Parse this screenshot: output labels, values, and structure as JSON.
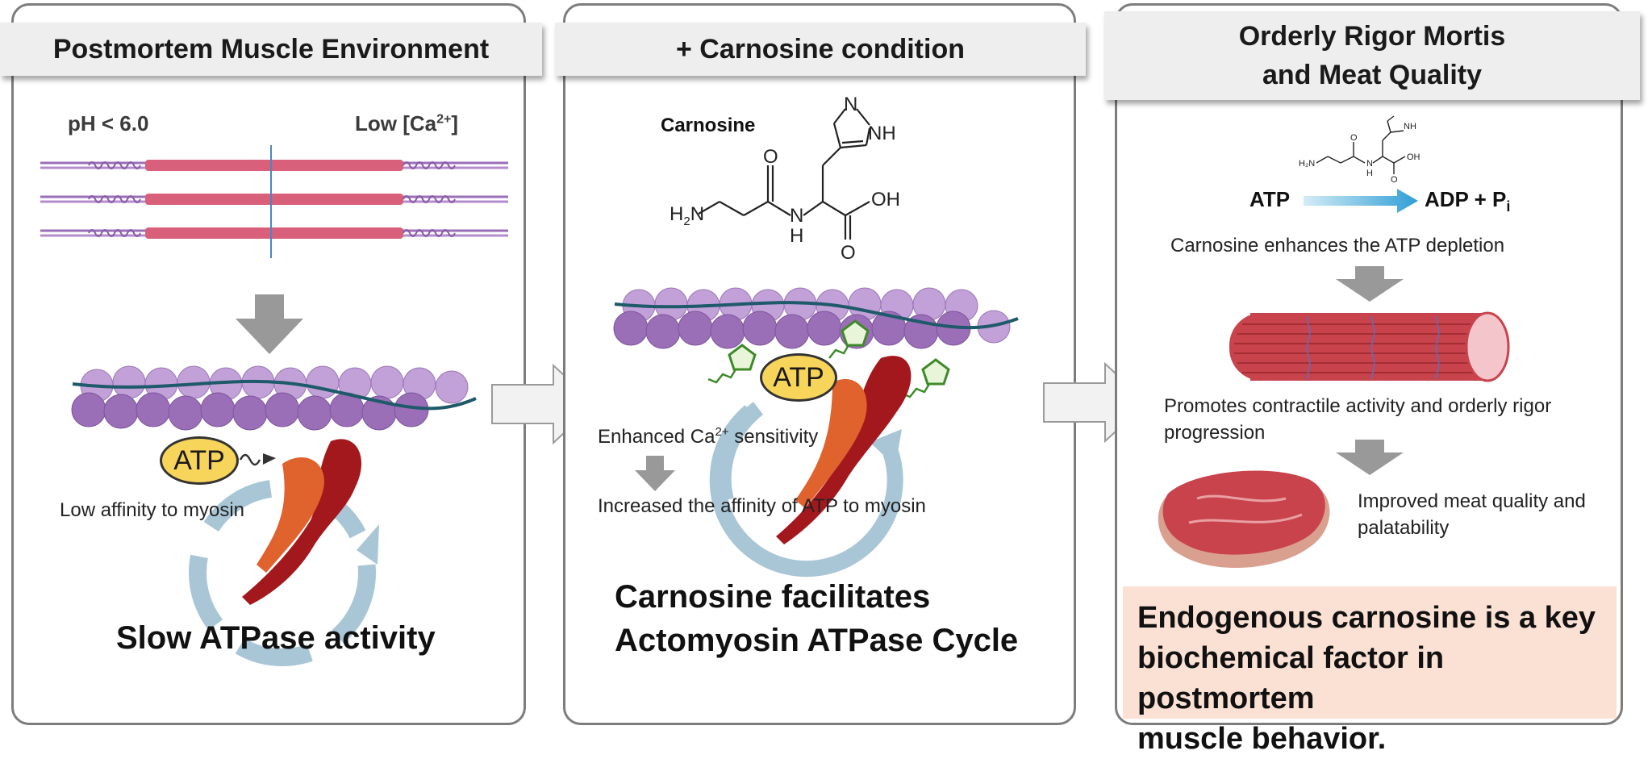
{
  "panel1": {
    "title": "Postmortem Muscle Environment",
    "ph_label": "pH < 6.0",
    "ca_label_prefix": "Low [Ca",
    "ca_label_sup": "2+",
    "ca_label_suffix": "]",
    "atp_badge": "ATP",
    "affinity_note": "Low affinity to myosin",
    "caption": "Slow ATPase activity"
  },
  "panel2": {
    "title": "+ Carnosine condition",
    "molecule_name": "Carnosine",
    "mol_h2n": "H",
    "mol_h2n_sub": "2",
    "mol_h2n_n": "N",
    "mol_nh_ring": "NH",
    "mol_n_ring": "N",
    "mol_nh_amide_n": "N",
    "mol_nh_amide_h": "H",
    "mol_o1": "O",
    "mol_o2": "O",
    "mol_oh": "OH",
    "atp_badge": "ATP",
    "sensitivity_prefix": "Enhanced Ca",
    "sensitivity_sup": "2+",
    "sensitivity_suffix": " sensitivity",
    "affinity_note": "Increased the affinity of ATP to myosin",
    "caption_line1": "Carnosine facilitates",
    "caption_line2": "Actomyosin ATPase Cycle"
  },
  "panel3": {
    "title_line1": "Orderly Rigor Mortis",
    "title_line2": "and Meat Quality",
    "mini_h2n": "H₂N",
    "mini_nh": "NH",
    "mini_n": "N",
    "mini_h": "H",
    "mini_o1": "O",
    "mini_o2": "O",
    "mini_oh": "OH",
    "reaction_left": "ATP",
    "reaction_right_main": "ADP + P",
    "reaction_right_sub": "i",
    "depletion_note": "Carnosine enhances the ATP depletion",
    "contractile_line1": "Promotes contractile activity and orderly rigor",
    "contractile_line2": "progression",
    "quality_line1": "Improved meat quality and",
    "quality_line2": "palatability",
    "conclusion_line1": "Endogenous carnosine is a key",
    "conclusion_line2": "biochemical factor in postmortem",
    "conclusion_line3": "muscle behavior."
  },
  "colors": {
    "actin_purple": "#9b6fb8",
    "actin_light": "#c9a8dc",
    "tropomyosin": "#1f5a6a",
    "atp_yellow": "#f7d45a",
    "myosin_orange": "#e0622d",
    "myosin_red": "#a3181d",
    "cycle_arrow": "#a9c6d6",
    "process_arrow": "#999999",
    "conclusion_bg": "#fbe1d4",
    "carnosine_green": "#3e8a2a"
  }
}
